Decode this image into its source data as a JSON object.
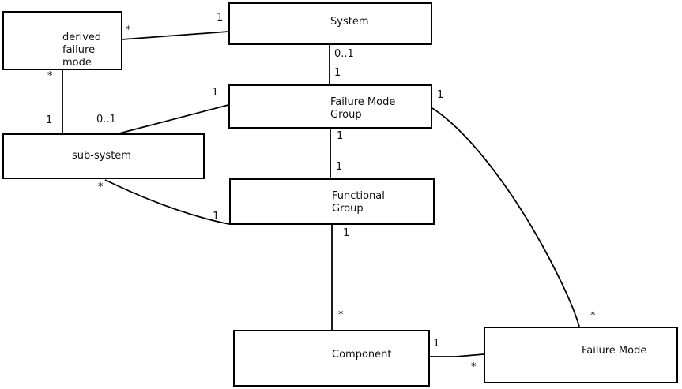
{
  "nodes": {
    "derived_failure_mode": {
      "label": "derived\nfailure\nmode"
    },
    "system": {
      "label": "System"
    },
    "failure_mode_group": {
      "label": "Failure Mode\nGroup"
    },
    "sub_system": {
      "label": "sub-system"
    },
    "functional_group": {
      "label": "Functional\nGroup"
    },
    "component": {
      "label": "Component"
    },
    "failure_mode": {
      "label": "Failure Mode"
    }
  },
  "edges": {
    "derived_failure_mode__system": {
      "mult_at_derived_failure_mode": "*",
      "mult_at_system": "1"
    },
    "derived_failure_mode__sub_system": {
      "mult_at_derived_failure_mode": "*",
      "mult_at_sub_system": "1"
    },
    "sub_system__failure_mode_group": {
      "mult_at_sub_system": "0..1",
      "mult_at_failure_mode_group": "1"
    },
    "system__failure_mode_group": {
      "mult_at_system": "0..1",
      "mult_at_failure_mode_group": "1"
    },
    "failure_mode_group__functional_group": {
      "mult_at_failure_mode_group": "1",
      "mult_at_functional_group": "1"
    },
    "functional_group__component": {
      "mult_at_functional_group": "1",
      "mult_at_component": "*"
    },
    "component__failure_mode": {
      "mult_at_component": "1",
      "mult_at_failure_mode": "*"
    },
    "failure_mode_group__failure_mode": {
      "mult_at_failure_mode_group": "1",
      "mult_at_failure_mode": "*"
    },
    "sub_system__functional_group": {
      "mult_at_sub_system": "*",
      "mult_at_functional_group": "1"
    }
  },
  "colors": {
    "background": "#ffffff",
    "node_fill": "#ffffff",
    "line": "#000000",
    "text": "#111111"
  }
}
